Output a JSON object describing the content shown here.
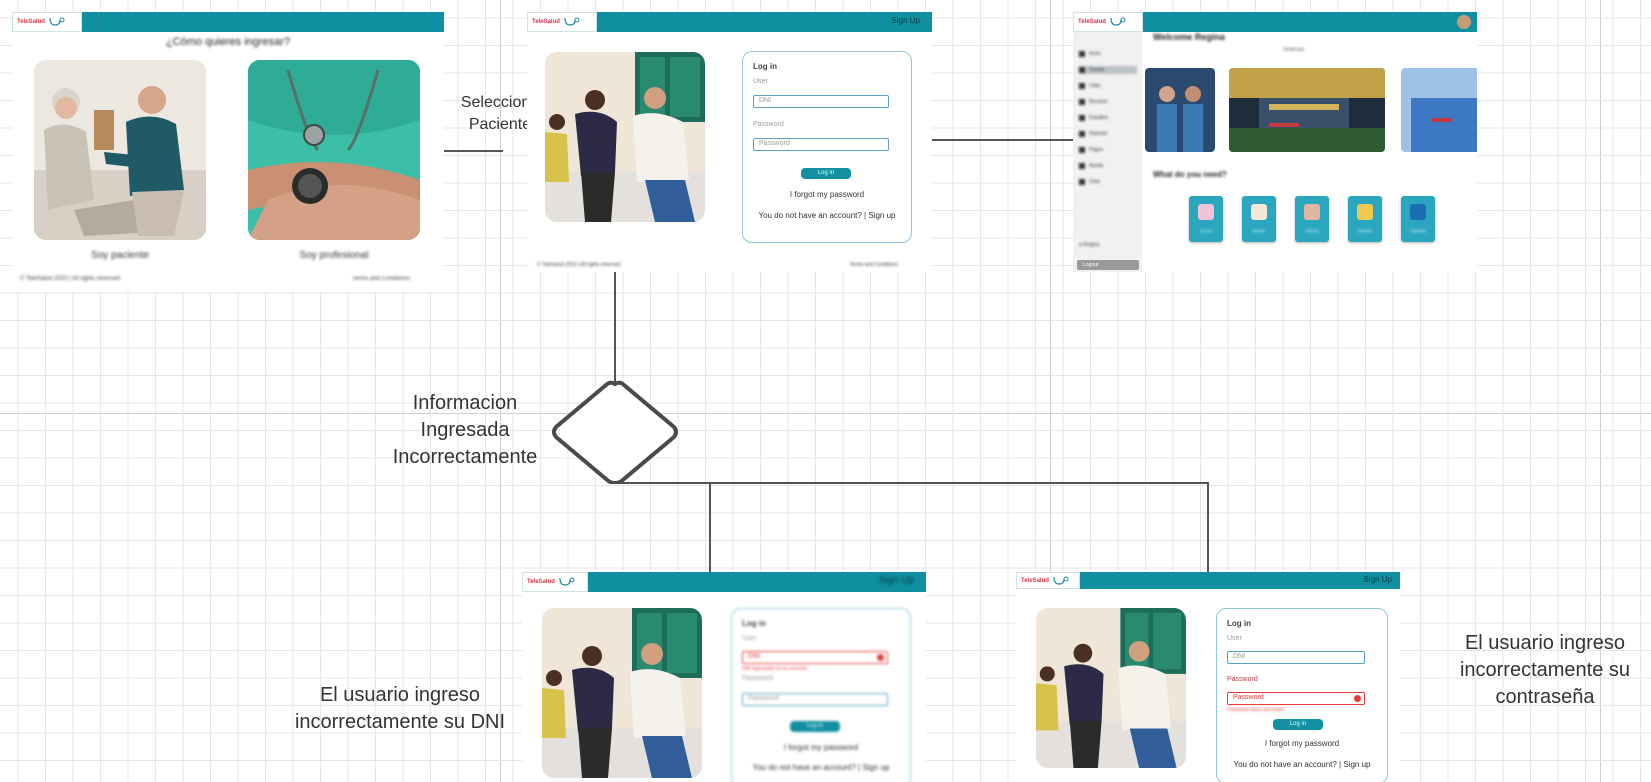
{
  "flow": {
    "select_patient": [
      "Selecciona",
      "Paciente"
    ],
    "decision": [
      "Informacion",
      "Ingresada",
      "Incorrectamente"
    ],
    "wrong_dni": [
      "El usuario ingreso",
      "incorrectamente su DNI"
    ],
    "wrong_password": [
      "El usuario ingreso",
      "incorrectamente su",
      "contraseña"
    ]
  },
  "brand": {
    "logo_text": "TeleSalud",
    "header_color": "#0f8fa0"
  },
  "screen_profile": {
    "heading": "¿Cómo quieres ingresar?",
    "option_patient": "Soy paciente",
    "option_professional": "Soy profesional",
    "footer_left": "© TeleSalud 2023 | All rights reserved",
    "footer_right": "Terms and Conditions"
  },
  "screen_login": {
    "header_link": "Sign Up",
    "title": "Log in",
    "user_label": "User",
    "user_placeholder": "DNI",
    "password_label": "Password",
    "password_placeholder": "Password",
    "login_button": "Log in",
    "forgot": "I forgot my password",
    "signup_prompt": "You do not have an account? | Sign up",
    "footer_left": "© TeleSalud 2023 | All rights reserved",
    "footer_right": "Terms and Conditions"
  },
  "screen_home": {
    "welcome": "Welcome Regina",
    "carousel_title": "Noticias",
    "section_title": "What do you need?",
    "sidebar_items": [
      "Inicio",
      "Turnos",
      "Citas",
      "Recetas",
      "Estudios",
      "Historial",
      "Pagos",
      "Ayuda",
      "Chat"
    ],
    "user_name": "Regina",
    "logout": "Logout",
    "tiles": [
      "Turnos",
      "Médico",
      "Historia",
      "Recetas",
      "Llamada"
    ]
  },
  "screen_login_dni_error": {
    "header_link": "Sign Up",
    "title": "Log in",
    "user_label": "User",
    "user_value": "DNI",
    "user_error": "DNI ingresado no es correcto",
    "password_label": "Password",
    "password_value": "Password",
    "login_button": "Log in",
    "forgot": "I forgot my password",
    "signup_prompt": "You do not have an account? | Sign up"
  },
  "screen_login_password_error": {
    "header_link": "Sign Up",
    "title": "Log in",
    "user_label": "User",
    "user_value": "DNI",
    "password_label": "Password",
    "password_value": "Password",
    "password_error": "Password does not match",
    "login_button": "Log in",
    "forgot": "I forgot my password",
    "signup_prompt": "You do not have an account? | Sign up"
  }
}
